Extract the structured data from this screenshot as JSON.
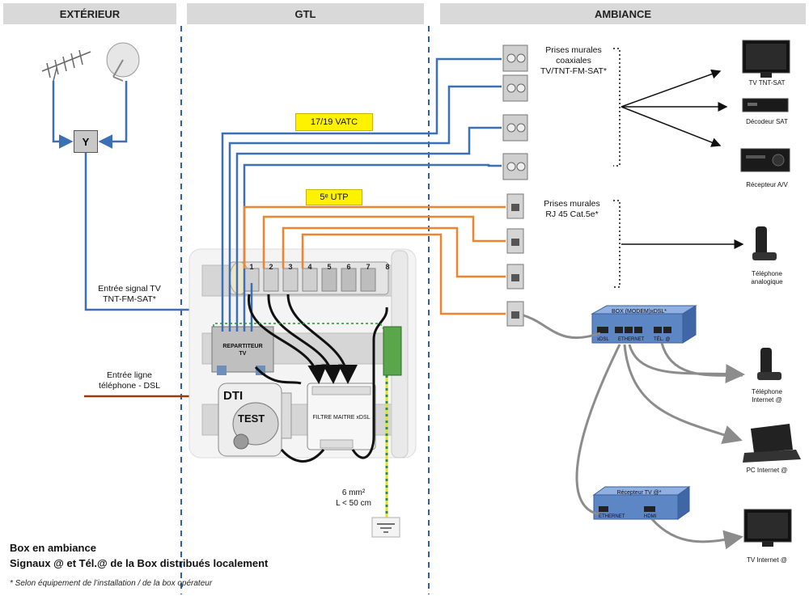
{
  "headers": {
    "exterieur": "EXTÉRIEUR",
    "gtl": "GTL",
    "ambiance": "AMBIANCE"
  },
  "exterieur": {
    "splitter": "Y",
    "entree_tv": "Entrée signal TV\nTNT-FM-SAT*",
    "entree_ligne": "Entrée ligne\ntéléphone - DSL"
  },
  "gtl": {
    "vatc_tag": "17/19 VATC",
    "utp_tag": "5ᵉ UTP",
    "port_numbers": [
      "1",
      "2",
      "3",
      "4",
      "5",
      "6",
      "7",
      "8"
    ],
    "repartiteur": "REPARTITEUR\nTV",
    "dti": "DTI",
    "test": "TEST",
    "filtre": "FILTRE MAITRE  xDSL",
    "ground_label": "6 mm²\nL < 50 cm"
  },
  "ambiance": {
    "coax_label": "Prises murales\ncoaxiales\nTV/TNT-FM-SAT*",
    "rj45_label": "Prises murales\nRJ 45 Cat.5e*",
    "devices": {
      "tv_tnt_sat": "TV TNT-SAT",
      "decodeur_sat": "Décodeur SAT",
      "recepteur_av": "Récepteur A/V",
      "telephone_analogique": "Téléphone\nanalogique",
      "telephone_internet": "Téléphone\nInternet @",
      "pc_internet": "PC Internet @",
      "tv_internet": "TV Internet @"
    },
    "box": {
      "title": "BOX (MODEM)xDSL*",
      "ports": [
        "xDSL",
        "ETHERNET",
        "TÉL. @"
      ]
    },
    "recepteur_tv": {
      "title": "Récepteur TV @*",
      "ports": [
        "ETHERNET",
        "HDMI"
      ]
    }
  },
  "footer": {
    "line1": "Box en ambiance",
    "line2": "Signaux @ et Tél.@ de la Box distribués localement",
    "note": "* Selon équipement de l’installation / de la box opérateur"
  },
  "colors": {
    "coax": "#3b6fb6",
    "utp": "#f0842c",
    "header_bg": "#d9d9d9",
    "divider": "#2e5fa8",
    "grey_cable": "#8c8c8c",
    "phone_line": "#9b3b0c",
    "ground": "#e3e022",
    "yellow_tag": "#fff200"
  }
}
